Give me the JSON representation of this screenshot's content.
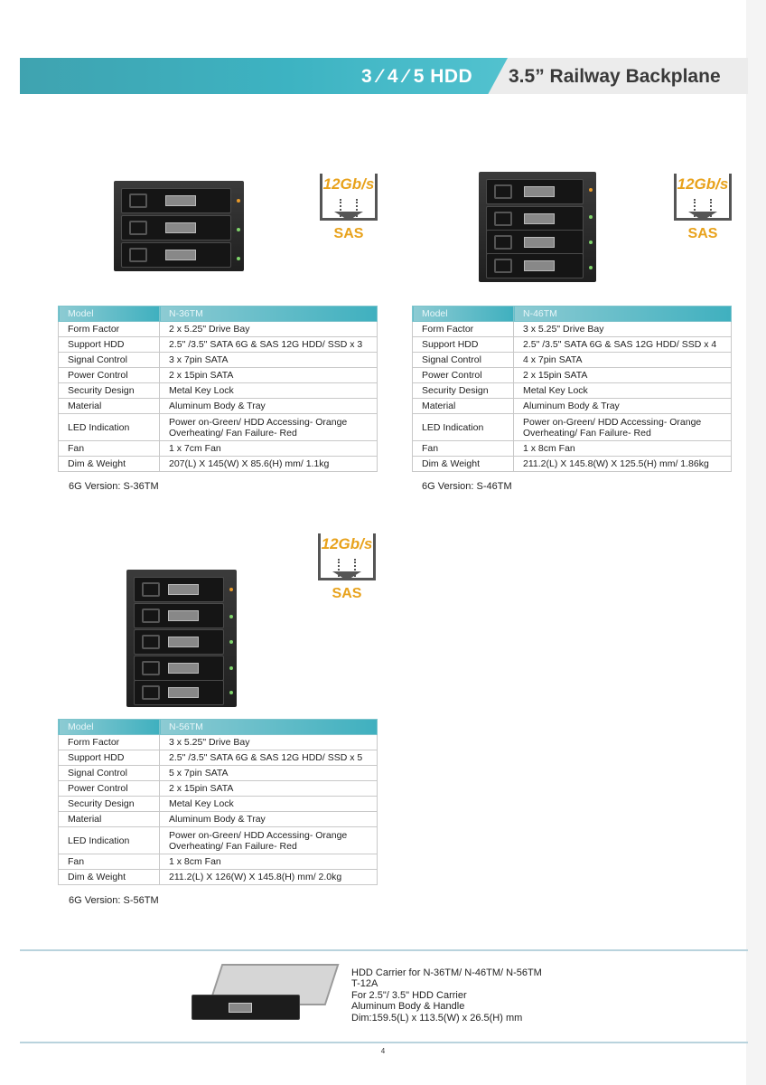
{
  "header": {
    "hdd_label": "3 ⁄ 4 ⁄ 5 HDD",
    "title": "3.5” Railway Backplane"
  },
  "badge": {
    "speed": "12Gb/s",
    "label": "SAS"
  },
  "products": [
    {
      "rows": [
        [
          "Model",
          "N-36TM"
        ],
        [
          "Form Factor",
          "2 x 5.25\" Drive Bay"
        ],
        [
          "Support HDD",
          "2.5\" /3.5\" SATA 6G & SAS 12G HDD/ SSD x 3"
        ],
        [
          "Signal Control",
          "3 x 7pin SATA"
        ],
        [
          "Power Control",
          "2 x 15pin SATA"
        ],
        [
          "Security Design",
          "Metal Key Lock"
        ],
        [
          "Material",
          "Aluminum Body & Tray"
        ],
        [
          "LED Indication",
          "Power on-Green/ HDD Accessing- Orange",
          "Overheating/ Fan Failure- Red"
        ],
        [
          "Fan",
          "1 x 7cm Fan"
        ],
        [
          "Dim & Weight",
          "207(L) X 145(W) X 85.6(H) mm/ 1.1kg"
        ]
      ],
      "version": "6G Version: S-36TM"
    },
    {
      "rows": [
        [
          "Model",
          "N-46TM"
        ],
        [
          "Form Factor",
          "3 x 5.25\" Drive Bay"
        ],
        [
          "Support HDD",
          "2.5\" /3.5\" SATA 6G & SAS 12G HDD/ SSD x 4"
        ],
        [
          "Signal Control",
          "4 x 7pin SATA"
        ],
        [
          "Power Control",
          "2 x 15pin SATA"
        ],
        [
          "Security Design",
          "Metal Key Lock"
        ],
        [
          "Material",
          "Aluminum Body & Tray"
        ],
        [
          "LED Indication",
          "Power on-Green/ HDD Accessing- Orange",
          "Overheating/ Fan Failure- Red"
        ],
        [
          "Fan",
          "1 x 8cm Fan"
        ],
        [
          "Dim & Weight",
          "211.2(L) X 145.8(W) X 125.5(H) mm/ 1.86kg"
        ]
      ],
      "version": "6G Version: S-46TM"
    },
    {
      "rows": [
        [
          "Model",
          "N-56TM"
        ],
        [
          "Form Factor",
          "3 x 5.25\" Drive Bay"
        ],
        [
          "Support HDD",
          "2.5\" /3.5\" SATA 6G & SAS 12G HDD/ SSD x 5"
        ],
        [
          "Signal Control",
          "5 x 7pin SATA"
        ],
        [
          "Power Control",
          "2 x 15pin SATA"
        ],
        [
          "Security Design",
          "Metal Key Lock"
        ],
        [
          "Material",
          "Aluminum Body & Tray"
        ],
        [
          "LED Indication",
          "Power on-Green/ HDD Accessing- Orange",
          "Overheating/ Fan Failure- Red"
        ],
        [
          "Fan",
          "1 x 8cm Fan"
        ],
        [
          "Dim & Weight",
          "211.2(L) X 126(W) X 145.8(H) mm/ 2.0kg"
        ]
      ],
      "version": "6G Version: S-56TM"
    }
  ],
  "carrier": {
    "lines": [
      "HDD Carrier for N-36TM/ N-46TM/ N-56TM",
      "T-12A",
      "For 2.5\"/ 3.5\" HDD Carrier",
      "Aluminum Body & Handle",
      "Dim:159.5(L) x 113.5(W) x 26.5(H) mm"
    ]
  },
  "page_number": "4",
  "colors": {
    "teal": "#3db3c2",
    "badge_orange": "#e8a21c"
  }
}
